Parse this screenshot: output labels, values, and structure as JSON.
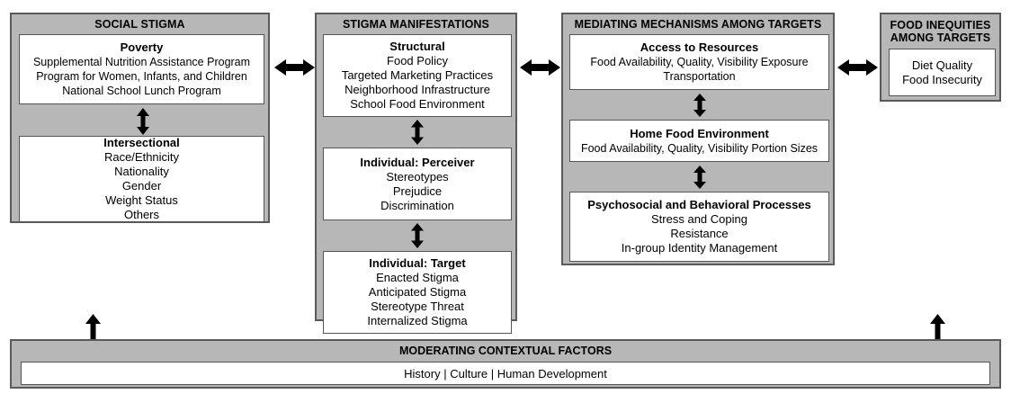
{
  "diagram": {
    "columns": [
      {
        "id": "social-stigma",
        "title": "SOCIAL STIGMA",
        "boxes": [
          {
            "id": "poverty",
            "heading": "Poverty",
            "lines": [
              "Supplemental Nutrition Assistance Program",
              "Program for Women, Infants, and Children",
              "National School Lunch Program"
            ]
          },
          {
            "id": "intersectional",
            "heading": "Intersectional",
            "lines": [
              "Race/Ethnicity",
              "Nationality",
              "Gender",
              "Weight Status",
              "Others"
            ]
          }
        ]
      },
      {
        "id": "stigma-manifestations",
        "title": "STIGMA MANIFESTATIONS",
        "boxes": [
          {
            "id": "structural",
            "heading": "Structural",
            "lines": [
              "Food Policy",
              "Targeted Marketing Practices",
              "Neighborhood Infrastructure",
              "School Food Environment"
            ]
          },
          {
            "id": "individual-perceiver",
            "heading": "Individual: Perceiver",
            "lines": [
              "Stereotypes",
              "Prejudice",
              "Discrimination"
            ]
          },
          {
            "id": "individual-target",
            "heading": "Individual: Target",
            "lines": [
              "Enacted Stigma",
              "Anticipated Stigma",
              "Stereotype Threat",
              "Internalized Stigma"
            ]
          }
        ]
      },
      {
        "id": "mediating-mechanisms",
        "title": "MEDIATING MECHANISMS AMONG TARGETS",
        "boxes": [
          {
            "id": "access-to-resources",
            "heading": "Access to Resources",
            "lines": [
              "Food Availability, Quality, Visibility Exposure",
              "Transportation"
            ]
          },
          {
            "id": "home-food-environment",
            "heading": "Home Food Environment",
            "lines": [
              "Food Availability, Quality, Visibility Portion Sizes"
            ]
          },
          {
            "id": "psychosocial-behavioral",
            "heading": "Psychosocial and Behavioral Processes",
            "lines": [
              "Stress and Coping",
              "Resistance",
              "In-group Identity Management"
            ]
          }
        ]
      },
      {
        "id": "food-inequities",
        "title": "FOOD INEQUITIES\nAMONG TARGETS",
        "title_line1": "FOOD INEQUITIES",
        "title_line2": "AMONG TARGETS",
        "boxes": [
          {
            "id": "diet-quality",
            "heading": "",
            "lines": [
              "Diet Quality",
              "Food Insecurity"
            ]
          }
        ]
      }
    ],
    "bottom": {
      "id": "moderating-contextual-factors",
      "title": "MODERATING CONTEXTUAL FACTORS",
      "content": "History | Culture | Human Development"
    },
    "arrows": {
      "h1": "double-headed-horizontal-arrow",
      "h2": "double-headed-horizontal-arrow",
      "h3": "double-headed-horizontal-arrow",
      "v_c1": "double-headed-vertical-arrow",
      "v_c2a": "double-headed-vertical-arrow",
      "v_c2b": "double-headed-vertical-arrow",
      "v_c3a": "double-headed-vertical-arrow",
      "v_c3b": "double-headed-vertical-arrow",
      "up_left": "up-arrow",
      "up_right": "up-arrow"
    },
    "colors": {
      "panel_fill": "#b7b7b7",
      "panel_border": "#5a5a5a",
      "box_fill": "#ffffff",
      "box_border": "#555555",
      "arrow": "#000000",
      "background": "#ffffff"
    }
  }
}
